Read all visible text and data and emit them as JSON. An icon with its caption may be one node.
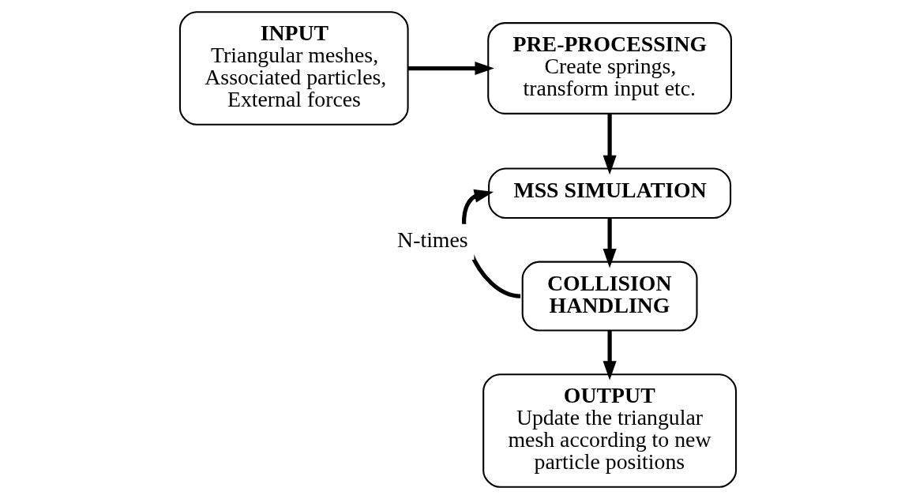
{
  "diagram": {
    "nodes": [
      {
        "text": [
          "INPUT",
          "Triangular meshes, Associated particles, External forces"
        ]
      },
      {
        "text": [
          "PRE-PROCESSING",
          "Create springs, transform input etc."
        ]
      },
      {
        "text": [
          "MSS SIMULATION"
        ]
      },
      {
        "text": [
          "COLLISION HANDLING"
        ]
      },
      {
        "text": [
          "OUTPUT",
          "Update the triangular mesh according to new particle positions"
        ]
      }
    ],
    "edges": [
      {
        "from": 0,
        "to": 1,
        "arrow": "to"
      },
      {
        "from": 1,
        "to": 2,
        "arrow": "to"
      },
      {
        "from": 2,
        "to": 3,
        "arrow": "to"
      },
      {
        "from": 3,
        "to": 2,
        "arrow": "to",
        "label": "N-times"
      },
      {
        "from": 3,
        "to": 4,
        "arrow": "to"
      }
    ]
  }
}
